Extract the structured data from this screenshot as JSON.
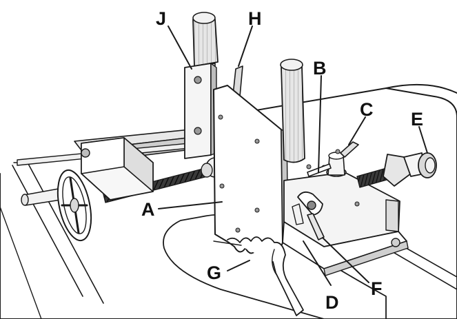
{
  "colors": {
    "ink": "#1a1a1a",
    "paper": "#ffffff",
    "metal_light": "#f4f4f4",
    "metal_mid": "#d9d9d9",
    "metal_dark": "#9a9a9a",
    "thread": "#2b2b2b"
  },
  "callouts": {
    "A": "A",
    "B": "B",
    "C": "C",
    "D": "D",
    "E": "E",
    "F": "F",
    "G": "G",
    "H": "H",
    "J": "J"
  }
}
